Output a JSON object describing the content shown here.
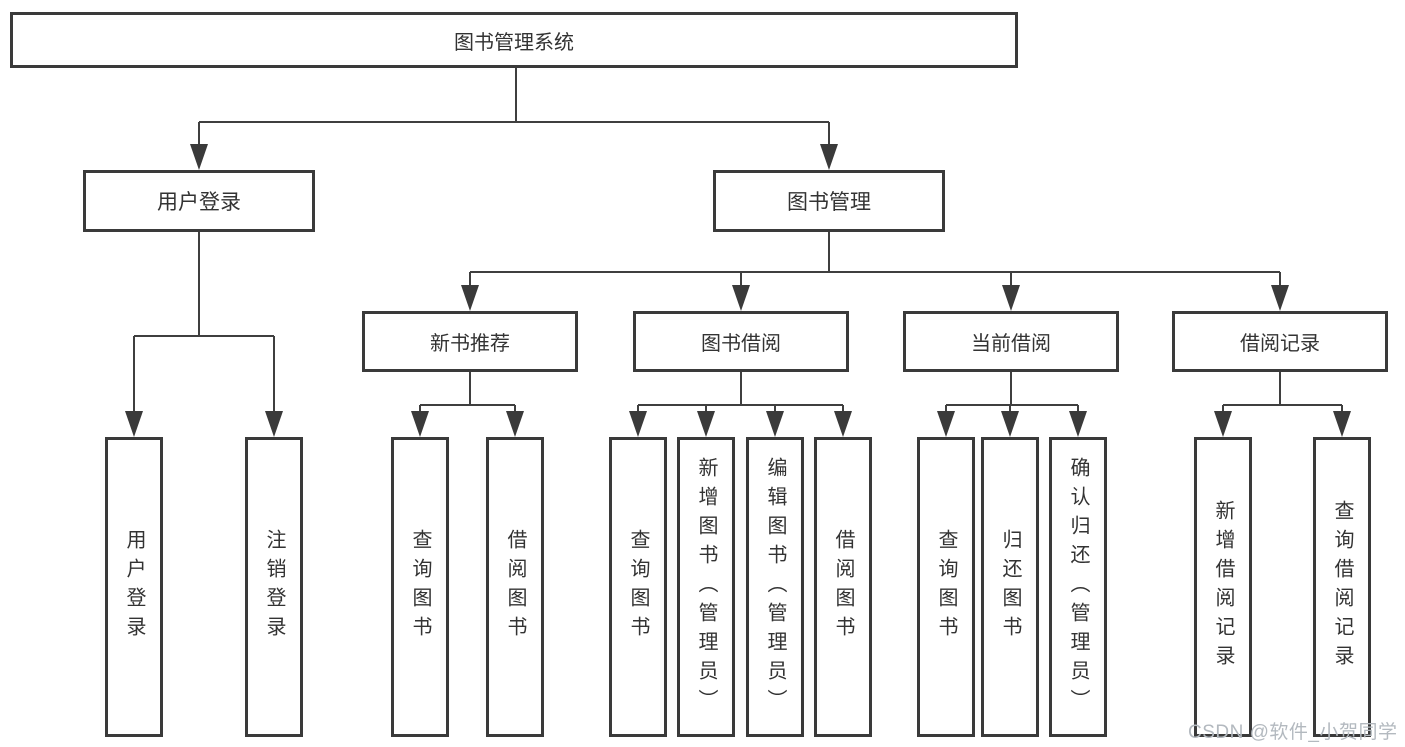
{
  "diagram": {
    "title": "图书管理系统",
    "level2": {
      "user_login": "用户登录",
      "book_mgmt": "图书管理"
    },
    "level3": {
      "new_books": "新书推荐",
      "book_borrow": "图书借阅",
      "current_borrow": "当前借阅",
      "borrow_records": "借阅记录"
    },
    "leaves": {
      "user_login": [
        "用户登录",
        "注销登录"
      ],
      "new_books": [
        "查询图书",
        "借阅图书"
      ],
      "book_borrow": [
        "查询图书",
        "新增图书（管理员）",
        "编辑图书（管理员）",
        "借阅图书"
      ],
      "current_borrow": [
        "查询图书",
        "归还图书",
        "确认归还（管理员）"
      ],
      "borrow_records": [
        "新增借阅记录",
        "查询借阅记录"
      ]
    }
  },
  "watermark": "CSDN @软件_小贺同学",
  "colors": {
    "line": "#3f3f3f",
    "box_border": "#3a3a3a",
    "text": "#333333",
    "watermark": "#b3b9bf"
  }
}
